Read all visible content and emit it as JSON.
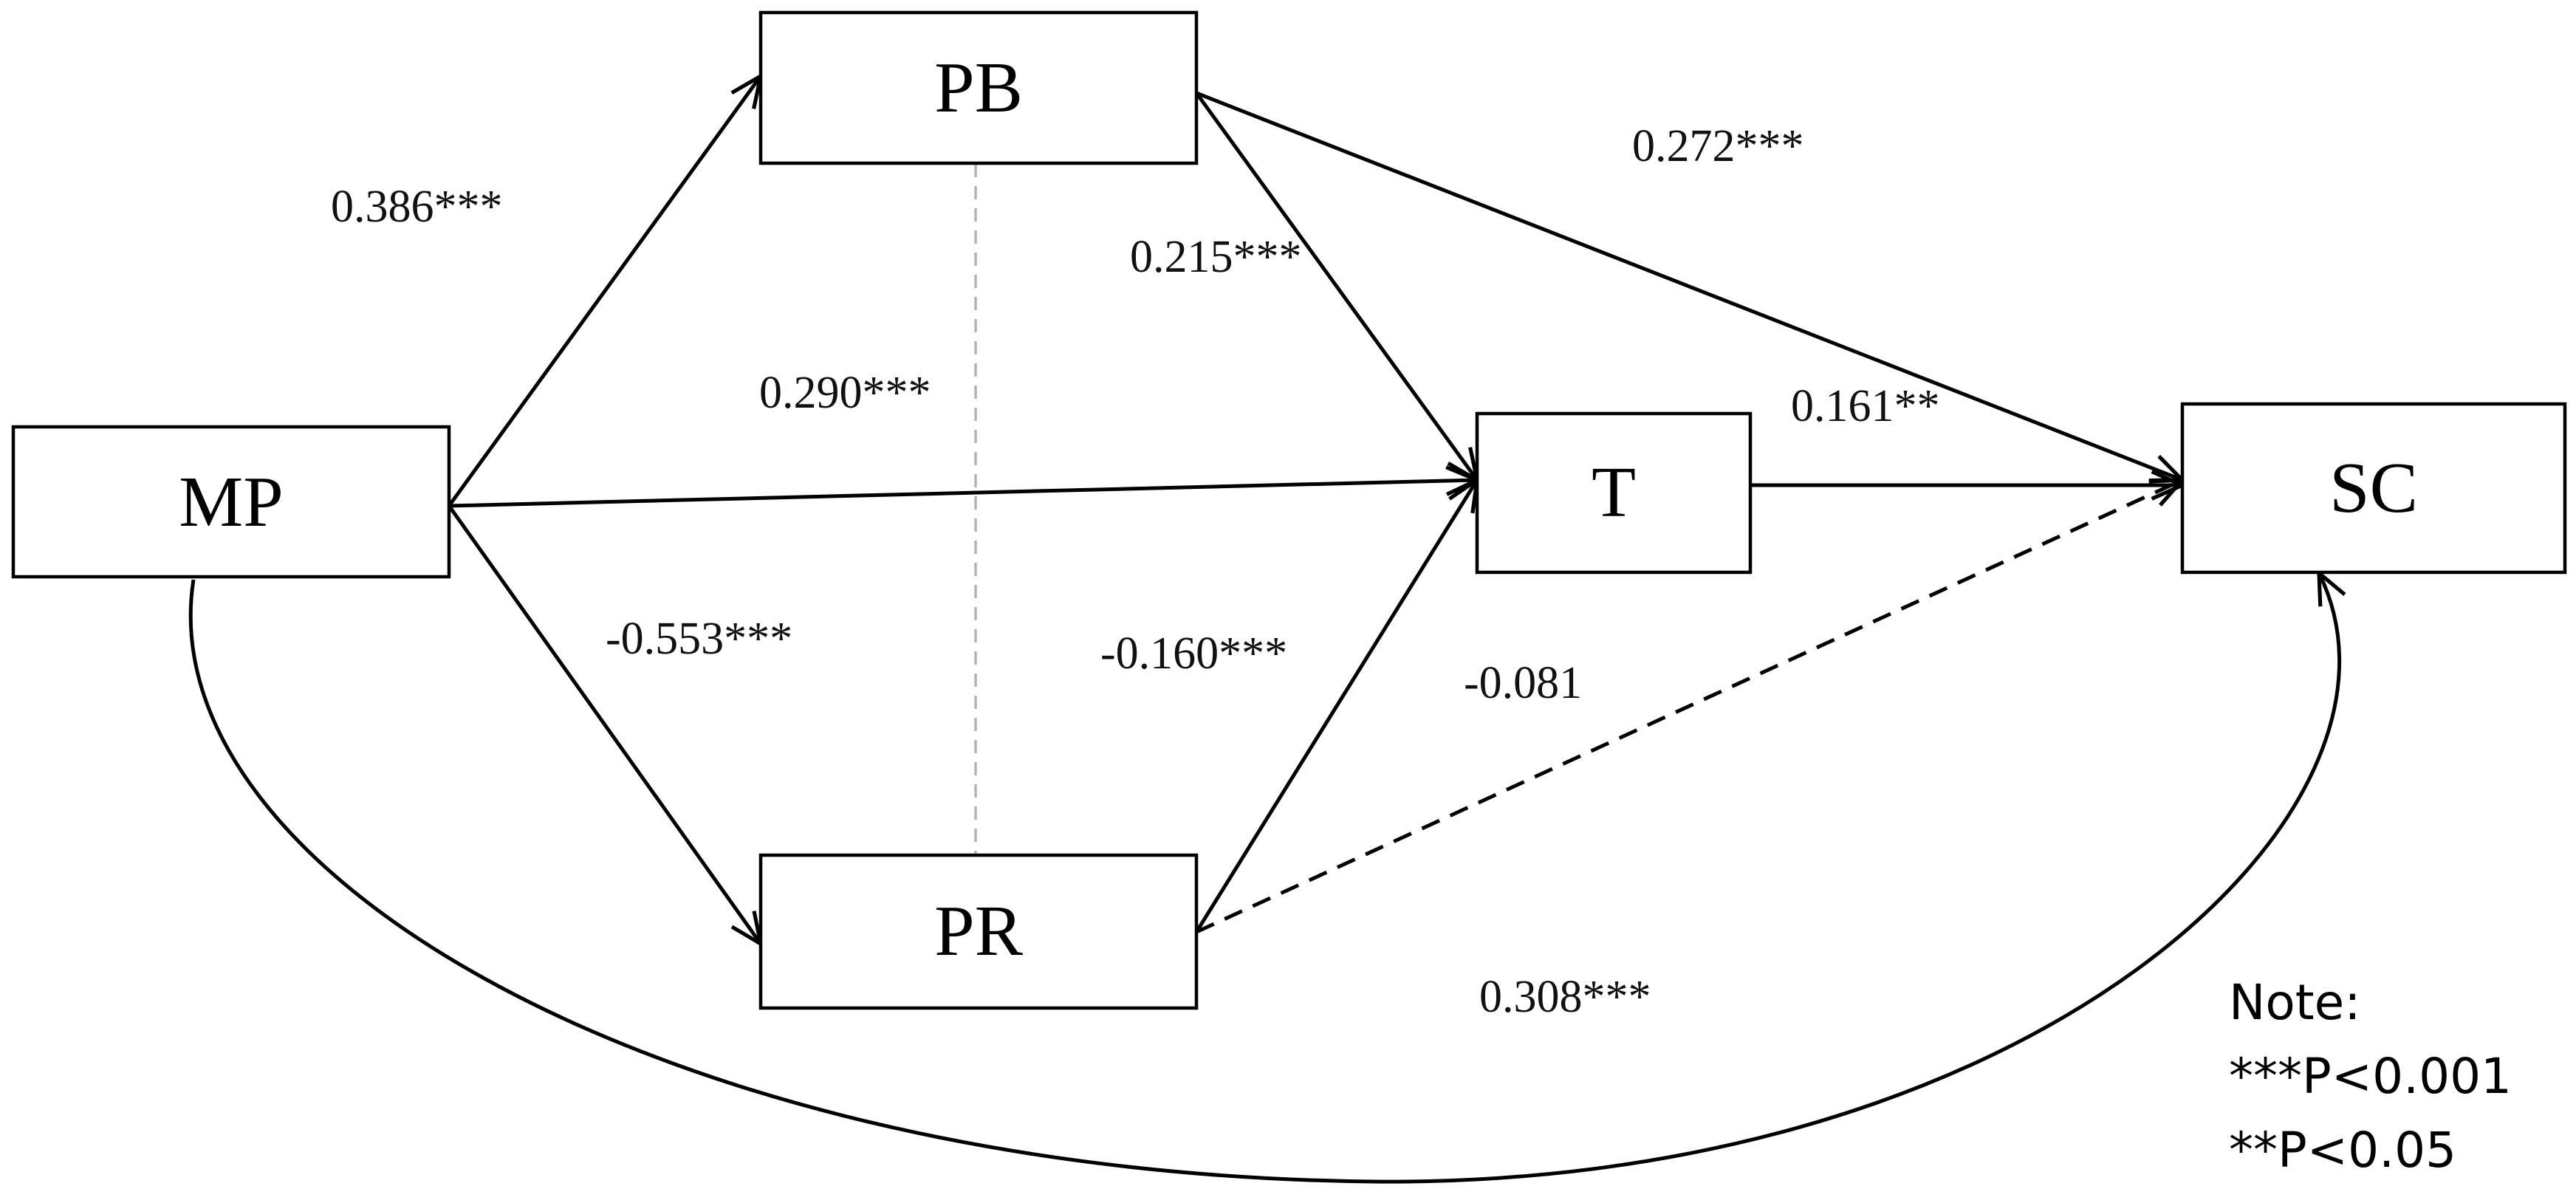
{
  "nodes": {
    "mp": "MP",
    "pb": "PB",
    "pr": "PR",
    "t": "T",
    "sc": "SC"
  },
  "paths": {
    "mp_pb": "0.386***",
    "mp_t": "0.290***",
    "mp_pr": "-0.553***",
    "pb_t": "0.215***",
    "pb_sc": "0.272***",
    "t_sc": "0.161**",
    "pr_t": "-0.160***",
    "pr_sc": "-0.081",
    "mp_sc": "0.308***"
  },
  "note": {
    "title": "Note:",
    "line1": "***P<0.001",
    "line2": "**P<0.05"
  },
  "colors": {
    "line": "#000000",
    "correlation_line": "#b3b3b3",
    "background": "#ffffff"
  }
}
